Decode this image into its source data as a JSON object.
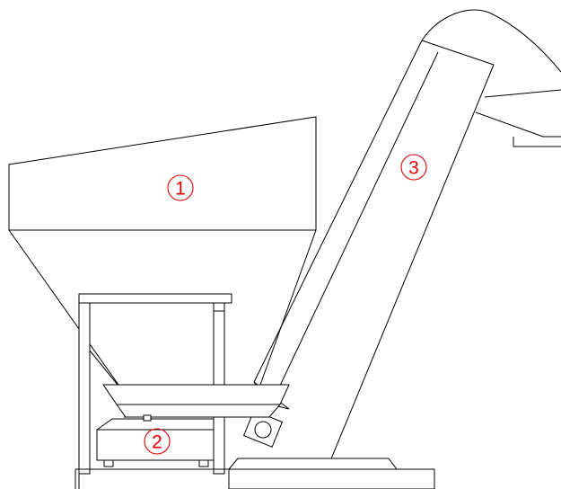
{
  "diagram": {
    "line_color": "#000000",
    "marker_color": "#e10000",
    "markers": [
      {
        "id": "marker-1",
        "label": "1"
      },
      {
        "id": "marker-2",
        "label": "2"
      },
      {
        "id": "marker-3",
        "label": "3"
      }
    ]
  }
}
